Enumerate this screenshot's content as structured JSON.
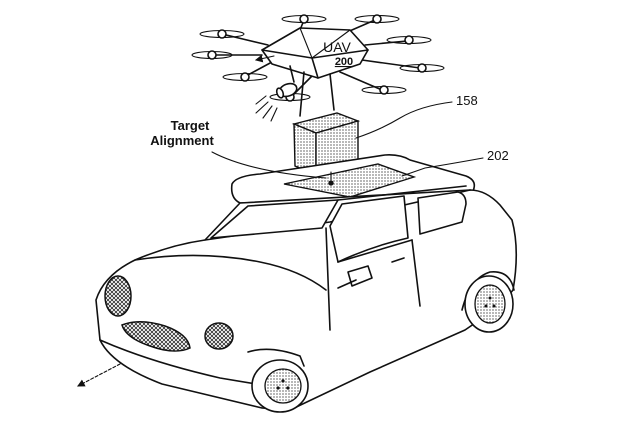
{
  "figure": {
    "uav": {
      "label": "UAV",
      "number": "200"
    },
    "callouts": {
      "target_alignment": [
        "Target",
        "Alignment"
      ],
      "package": "158",
      "landing_pad": "202"
    }
  }
}
